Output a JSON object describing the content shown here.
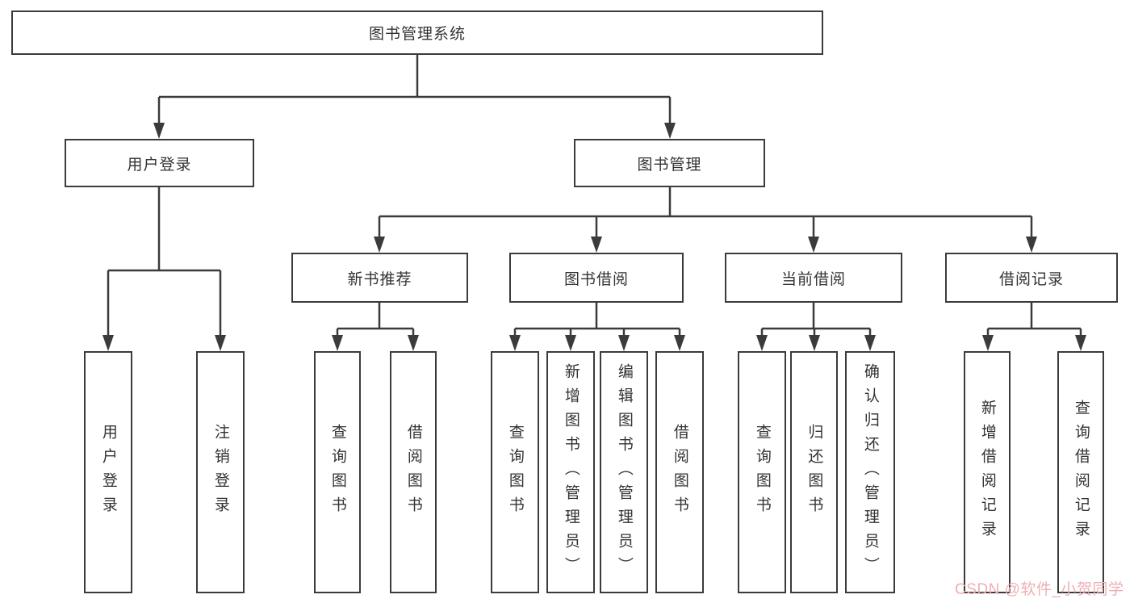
{
  "diagram": {
    "tree": {
      "label": "图书管理系统",
      "children": [
        {
          "label": "用户登录",
          "children": [
            {
              "label": "用户登录"
            },
            {
              "label": "注销登录"
            }
          ]
        },
        {
          "label": "图书管理",
          "children": [
            {
              "label": "新书推荐",
              "children": [
                {
                  "label": "查询图书"
                },
                {
                  "label": "借阅图书"
                }
              ]
            },
            {
              "label": "图书借阅",
              "children": [
                {
                  "label": "查询图书"
                },
                {
                  "label": "新增图书（管理员）"
                },
                {
                  "label": "编辑图书（管理员）"
                },
                {
                  "label": "借阅图书"
                }
              ]
            },
            {
              "label": "当前借阅",
              "children": [
                {
                  "label": "查询图书"
                },
                {
                  "label": "归还图书"
                },
                {
                  "label": "确认归还（管理员）"
                }
              ]
            },
            {
              "label": "借阅记录",
              "children": [
                {
                  "label": "新增借阅记录"
                },
                {
                  "label": "查询借阅记录"
                }
              ]
            }
          ]
        }
      ]
    },
    "colors": {
      "line": "#3b3b3b",
      "text": "#333333",
      "node_background": "#ffffff",
      "page_background": "#ffffff",
      "watermark": "#f0aeb4"
    }
  },
  "watermark": {
    "text": "CSDN @软件_小贺同学"
  }
}
